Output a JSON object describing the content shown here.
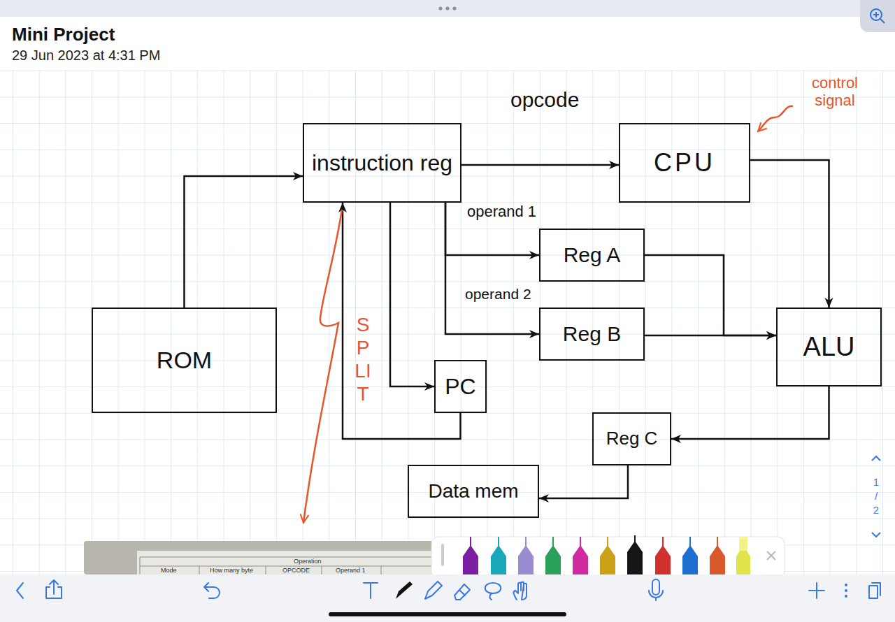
{
  "diagram": {
    "title": "Mini Project",
    "nodes": [
      {
        "text": [
          "instruction reg"
        ]
      },
      {
        "text": [
          "CPU"
        ]
      },
      {
        "text": [
          "Reg A"
        ]
      },
      {
        "text": [
          "Reg B"
        ]
      },
      {
        "text": [
          "ROM"
        ]
      },
      {
        "text": [
          "ALU"
        ]
      },
      {
        "text": [
          "PC"
        ]
      },
      {
        "text": [
          "Reg C"
        ]
      },
      {
        "text": [
          "Data mem"
        ]
      }
    ],
    "edges": [
      {
        "from": 4,
        "to": 0,
        "arrow": "to"
      },
      {
        "from": 0,
        "to": 1,
        "label": "opcode",
        "arrow": "to"
      },
      {
        "from": 0,
        "to": 2,
        "label": "operand 1",
        "arrow": "to"
      },
      {
        "from": 0,
        "to": 3,
        "label": "operand 2",
        "arrow": "to"
      },
      {
        "from": 0,
        "to": 6,
        "arrow": "to"
      },
      {
        "from": 6,
        "to": 0,
        "arrow": "to"
      },
      {
        "from": 1,
        "to": 5,
        "arrow": "to"
      },
      {
        "from": 2,
        "to": 5,
        "arrow": "to"
      },
      {
        "from": 3,
        "to": 5,
        "arrow": "to"
      },
      {
        "from": 5,
        "to": 7,
        "arrow": "to"
      },
      {
        "from": 7,
        "to": 8,
        "arrow": "to"
      }
    ],
    "labels": [
      "29 Jun 2023 at 4:31 PM",
      "control signal",
      "SPLIT",
      "1 / 2",
      "Operation",
      "Mode",
      "How many byte",
      "OPCODE",
      "Operand 1"
    ]
  }
}
